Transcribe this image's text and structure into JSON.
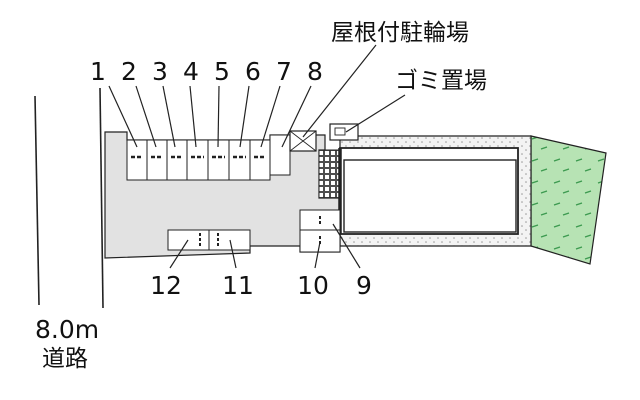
{
  "labels": {
    "bicycle_parking_roofed": "屋根付駐輪場",
    "garbage_area": "ゴミ置場",
    "road_width": "8.0m",
    "road": "道路"
  },
  "parking_numbers": [
    "1",
    "2",
    "3",
    "4",
    "5",
    "6",
    "7",
    "8",
    "9",
    "10",
    "11",
    "12"
  ],
  "colors": {
    "line": "#222222",
    "paving": "#e2e2e2",
    "lawn": "#b7e3b4",
    "lawn_mark": "#3c9a4f",
    "gravel": "#f3f3f3"
  }
}
